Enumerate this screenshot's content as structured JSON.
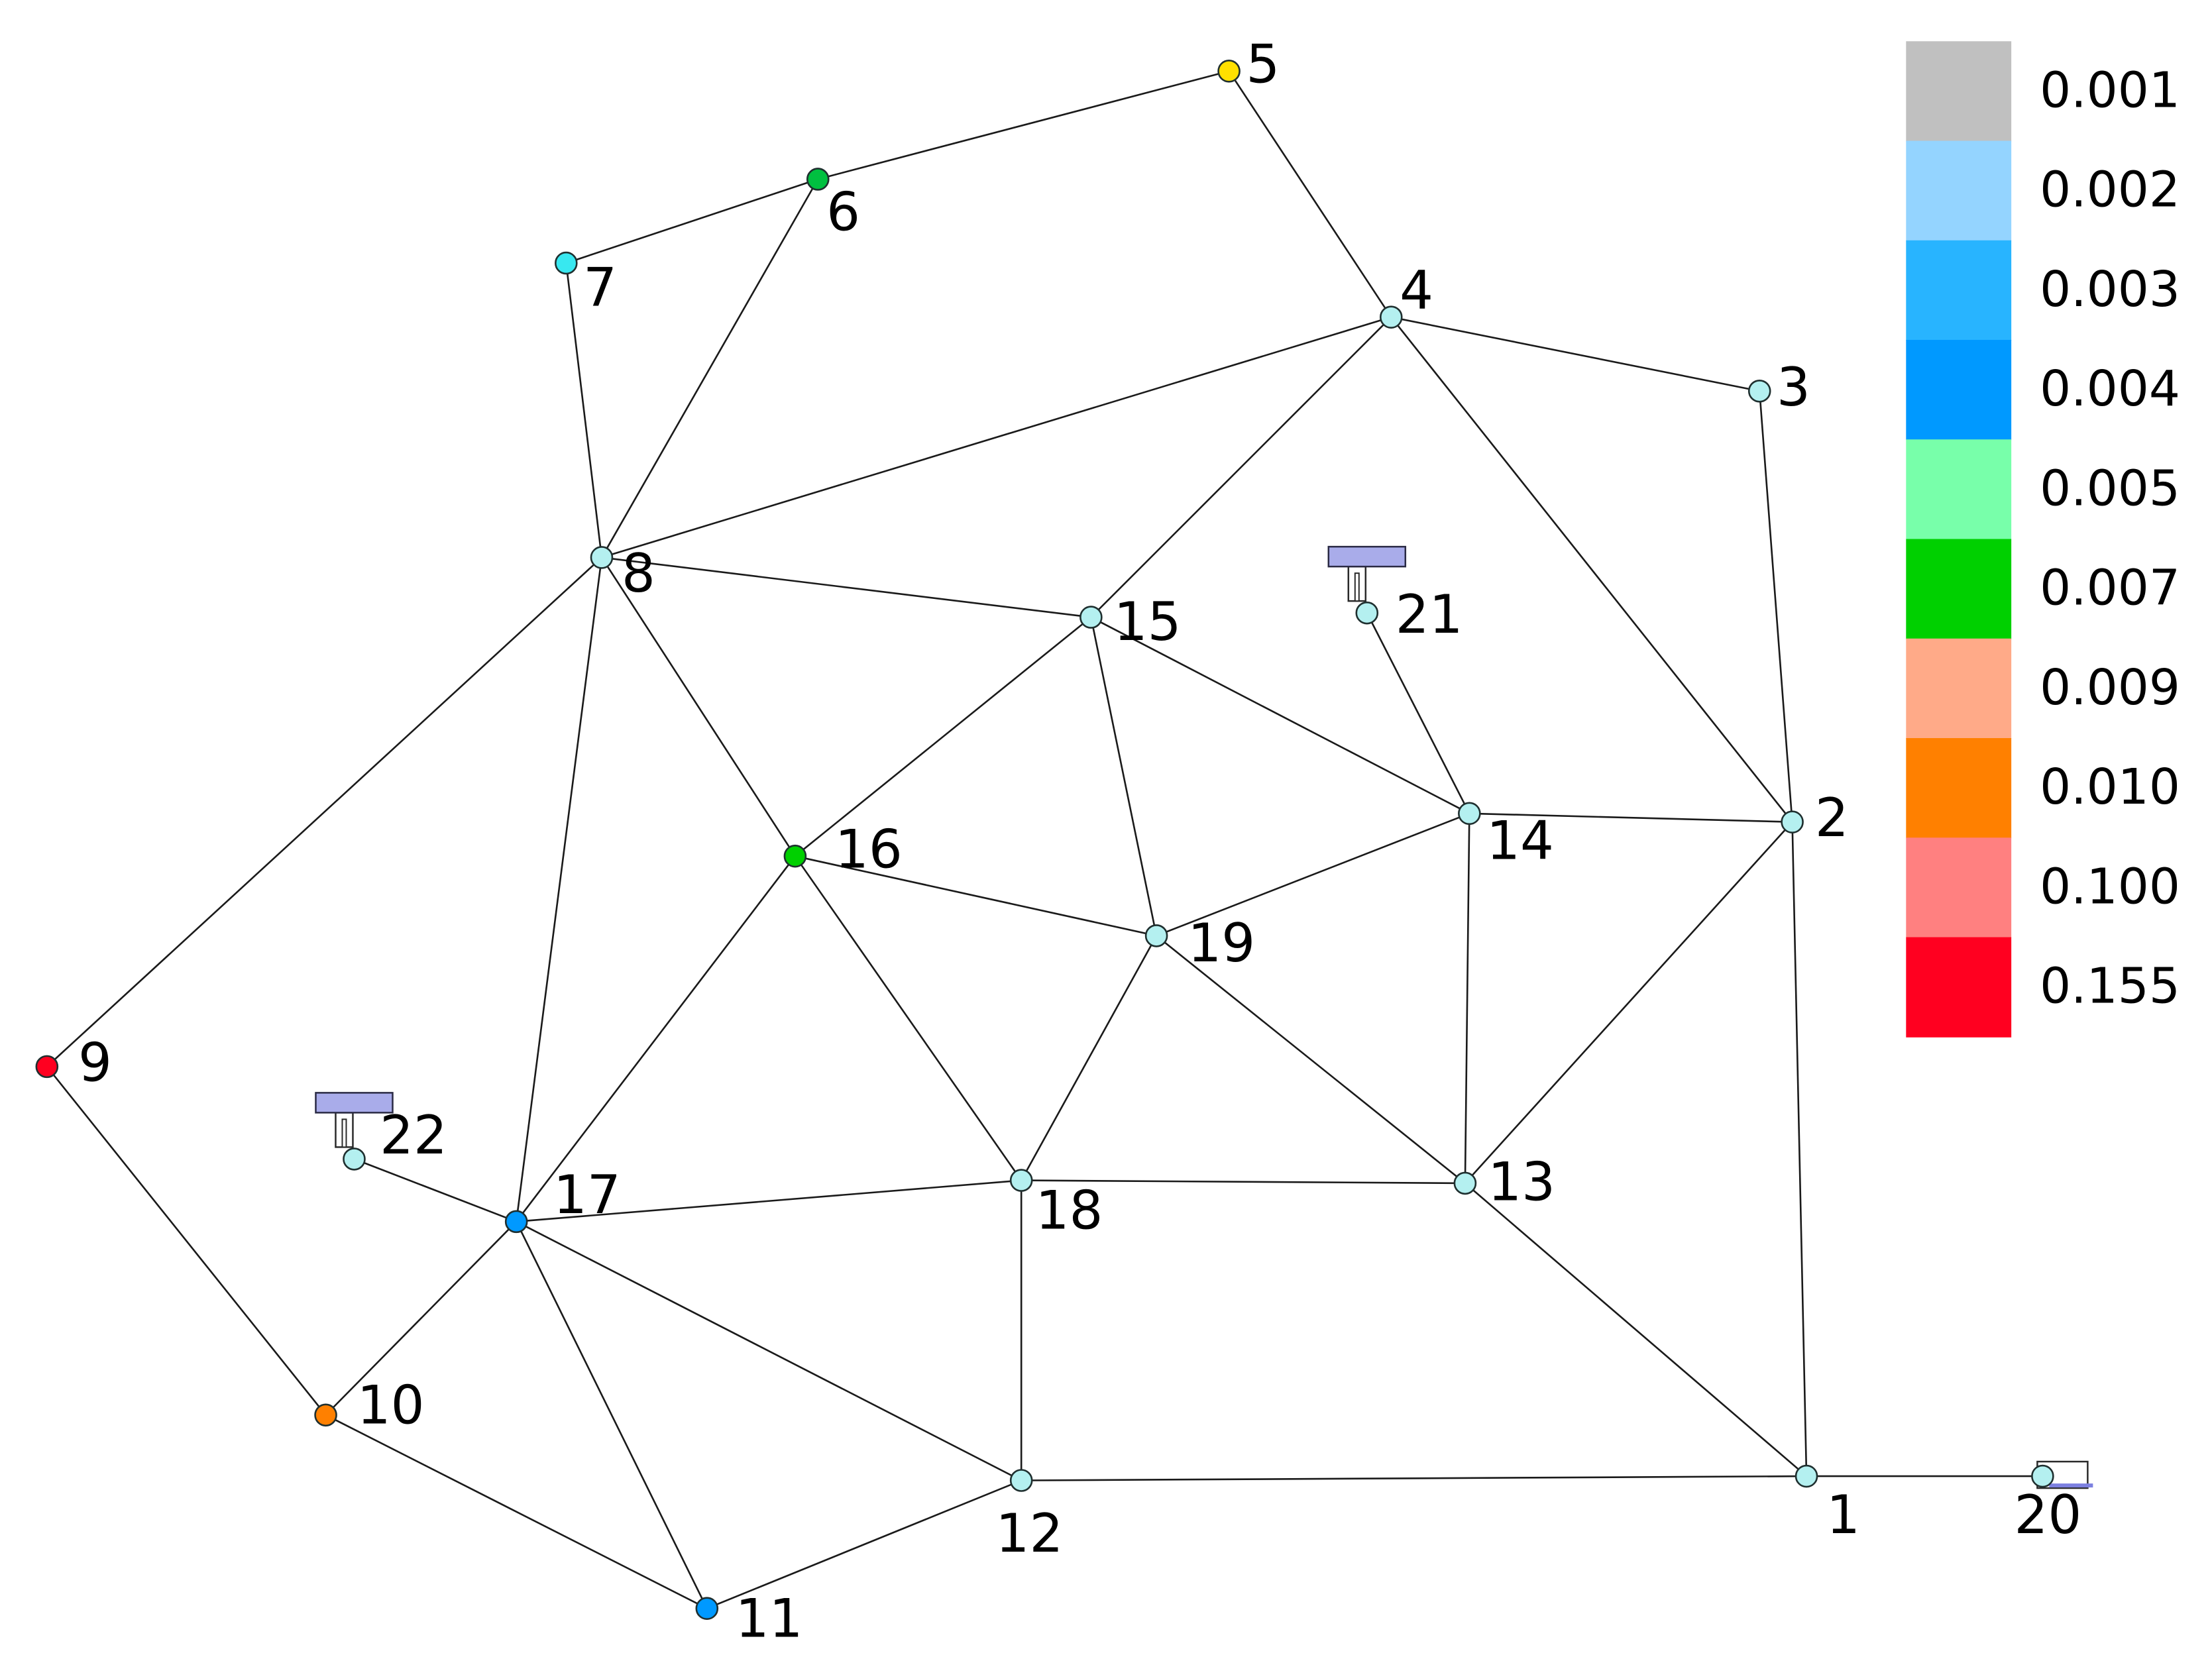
{
  "colors": {
    "default_node": "#b4f0f0",
    "level_0_001": "#c0c0c0",
    "level_0_002": "#94d4ff",
    "level_0_003": "#28b4ff",
    "level_0_004": "#0099ff",
    "level_0_005": "#78ffaa",
    "level_0_007": "#00d000",
    "level_0_009": "#ffaa88",
    "level_0_010": "#ff8000",
    "level_0_100": "#ff8080",
    "level_0_155": "#ff0020",
    "node_5": "#ffe000"
  },
  "legend": [
    {
      "label": "0.001",
      "color": "#c0c0c0"
    },
    {
      "label": "0.002",
      "color": "#94d4ff"
    },
    {
      "label": "0.003",
      "color": "#28b4ff"
    },
    {
      "label": "0.004",
      "color": "#0099ff"
    },
    {
      "label": "0.005",
      "color": "#78ffaa"
    },
    {
      "label": "0.007",
      "color": "#00d000"
    },
    {
      "label": "0.009",
      "color": "#ffaa88"
    },
    {
      "label": "0.010",
      "color": "#ff8000"
    },
    {
      "label": "0.100",
      "color": "#ff8080"
    },
    {
      "label": "0.155",
      "color": "#ff0020"
    }
  ],
  "nodes": [
    {
      "id": "1",
      "label": "1",
      "color": "#b4f0f0"
    },
    {
      "id": "2",
      "label": "2",
      "color": "#b4f0f0"
    },
    {
      "id": "3",
      "label": "3",
      "color": "#b4f0f0"
    },
    {
      "id": "4",
      "label": "4",
      "color": "#b4f0f0"
    },
    {
      "id": "5",
      "label": "5",
      "color": "#ffe000"
    },
    {
      "id": "6",
      "label": "6",
      "color": "#00c040"
    },
    {
      "id": "7",
      "label": "7",
      "color": "#38e8f0"
    },
    {
      "id": "8",
      "label": "8",
      "color": "#b4f0f0"
    },
    {
      "id": "9",
      "label": "9",
      "color": "#ff0020"
    },
    {
      "id": "10",
      "label": "10",
      "color": "#ff8000"
    },
    {
      "id": "11",
      "label": "11",
      "color": "#0099ff"
    },
    {
      "id": "12",
      "label": "12",
      "color": "#b4f0f0"
    },
    {
      "id": "13",
      "label": "13",
      "color": "#b4f0f0"
    },
    {
      "id": "14",
      "label": "14",
      "color": "#b4f0f0"
    },
    {
      "id": "15",
      "label": "15",
      "color": "#b4f0f0"
    },
    {
      "id": "16",
      "label": "16",
      "color": "#00d000"
    },
    {
      "id": "17",
      "label": "17",
      "color": "#0099ff"
    },
    {
      "id": "18",
      "label": "18",
      "color": "#b4f0f0"
    },
    {
      "id": "19",
      "label": "19",
      "color": "#b4f0f0"
    },
    {
      "id": "20",
      "label": "20",
      "color": "#b4f0f0"
    },
    {
      "id": "21",
      "label": "21",
      "color": "#b4f0f0"
    },
    {
      "id": "22",
      "label": "22",
      "color": "#b4f0f0"
    }
  ],
  "edges": [
    [
      "5",
      "6"
    ],
    [
      "6",
      "7"
    ],
    [
      "5",
      "4"
    ],
    [
      "4",
      "3"
    ],
    [
      "4",
      "8"
    ],
    [
      "4",
      "15"
    ],
    [
      "4",
      "2"
    ],
    [
      "3",
      "2"
    ],
    [
      "7",
      "8"
    ],
    [
      "6",
      "8"
    ],
    [
      "8",
      "15"
    ],
    [
      "8",
      "16"
    ],
    [
      "8",
      "9"
    ],
    [
      "8",
      "17"
    ],
    [
      "15",
      "16"
    ],
    [
      "15",
      "19"
    ],
    [
      "15",
      "14"
    ],
    [
      "21",
      "14"
    ],
    [
      "14",
      "2"
    ],
    [
      "14",
      "19"
    ],
    [
      "14",
      "13"
    ],
    [
      "2",
      "13"
    ],
    [
      "2",
      "1"
    ],
    [
      "16",
      "19"
    ],
    [
      "16",
      "18"
    ],
    [
      "16",
      "17"
    ],
    [
      "19",
      "18"
    ],
    [
      "19",
      "13"
    ],
    [
      "18",
      "13"
    ],
    [
      "18",
      "17"
    ],
    [
      "18",
      "12"
    ],
    [
      "13",
      "1"
    ],
    [
      "9",
      "10"
    ],
    [
      "22",
      "17"
    ],
    [
      "17",
      "10"
    ],
    [
      "17",
      "11"
    ],
    [
      "17",
      "12"
    ],
    [
      "10",
      "11"
    ],
    [
      "11",
      "12"
    ],
    [
      "12",
      "1"
    ],
    [
      "1",
      "20"
    ]
  ],
  "reservoirs": [
    "21",
    "22",
    "20"
  ]
}
